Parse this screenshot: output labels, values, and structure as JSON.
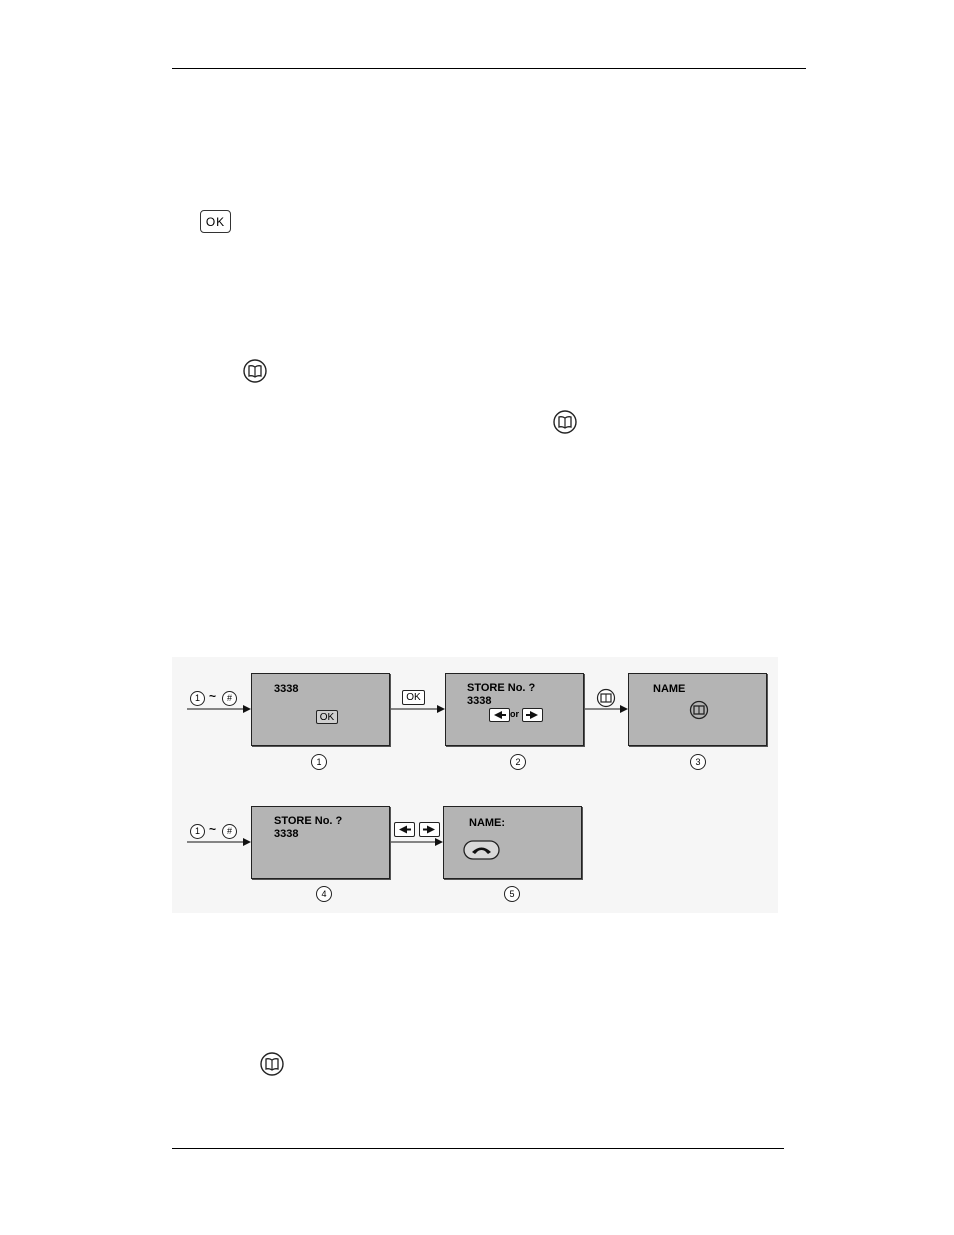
{
  "page": {
    "ok_key_label": "OK"
  },
  "figure": {
    "tilde": "~",
    "start_key_from": "1",
    "start_key_to": "#",
    "screens": [
      {
        "step": "1",
        "lines": [
          "3338"
        ],
        "button": "OK"
      },
      {
        "step": "2",
        "lines": [
          "STORE No. ?",
          "3338"
        ],
        "nav_or": "or"
      },
      {
        "step": "3",
        "lines": [
          "NAME"
        ]
      },
      {
        "step": "4",
        "lines": [
          "STORE No. ?",
          "3338"
        ]
      },
      {
        "step": "5",
        "lines": [
          "NAME:"
        ]
      }
    ],
    "arrow_keys": {
      "ok_label": "OK"
    },
    "icons": [
      "ok-key-icon",
      "phonebook-icon",
      "left-arrow-key-icon",
      "right-arrow-key-icon",
      "end-call-key-icon"
    ]
  }
}
